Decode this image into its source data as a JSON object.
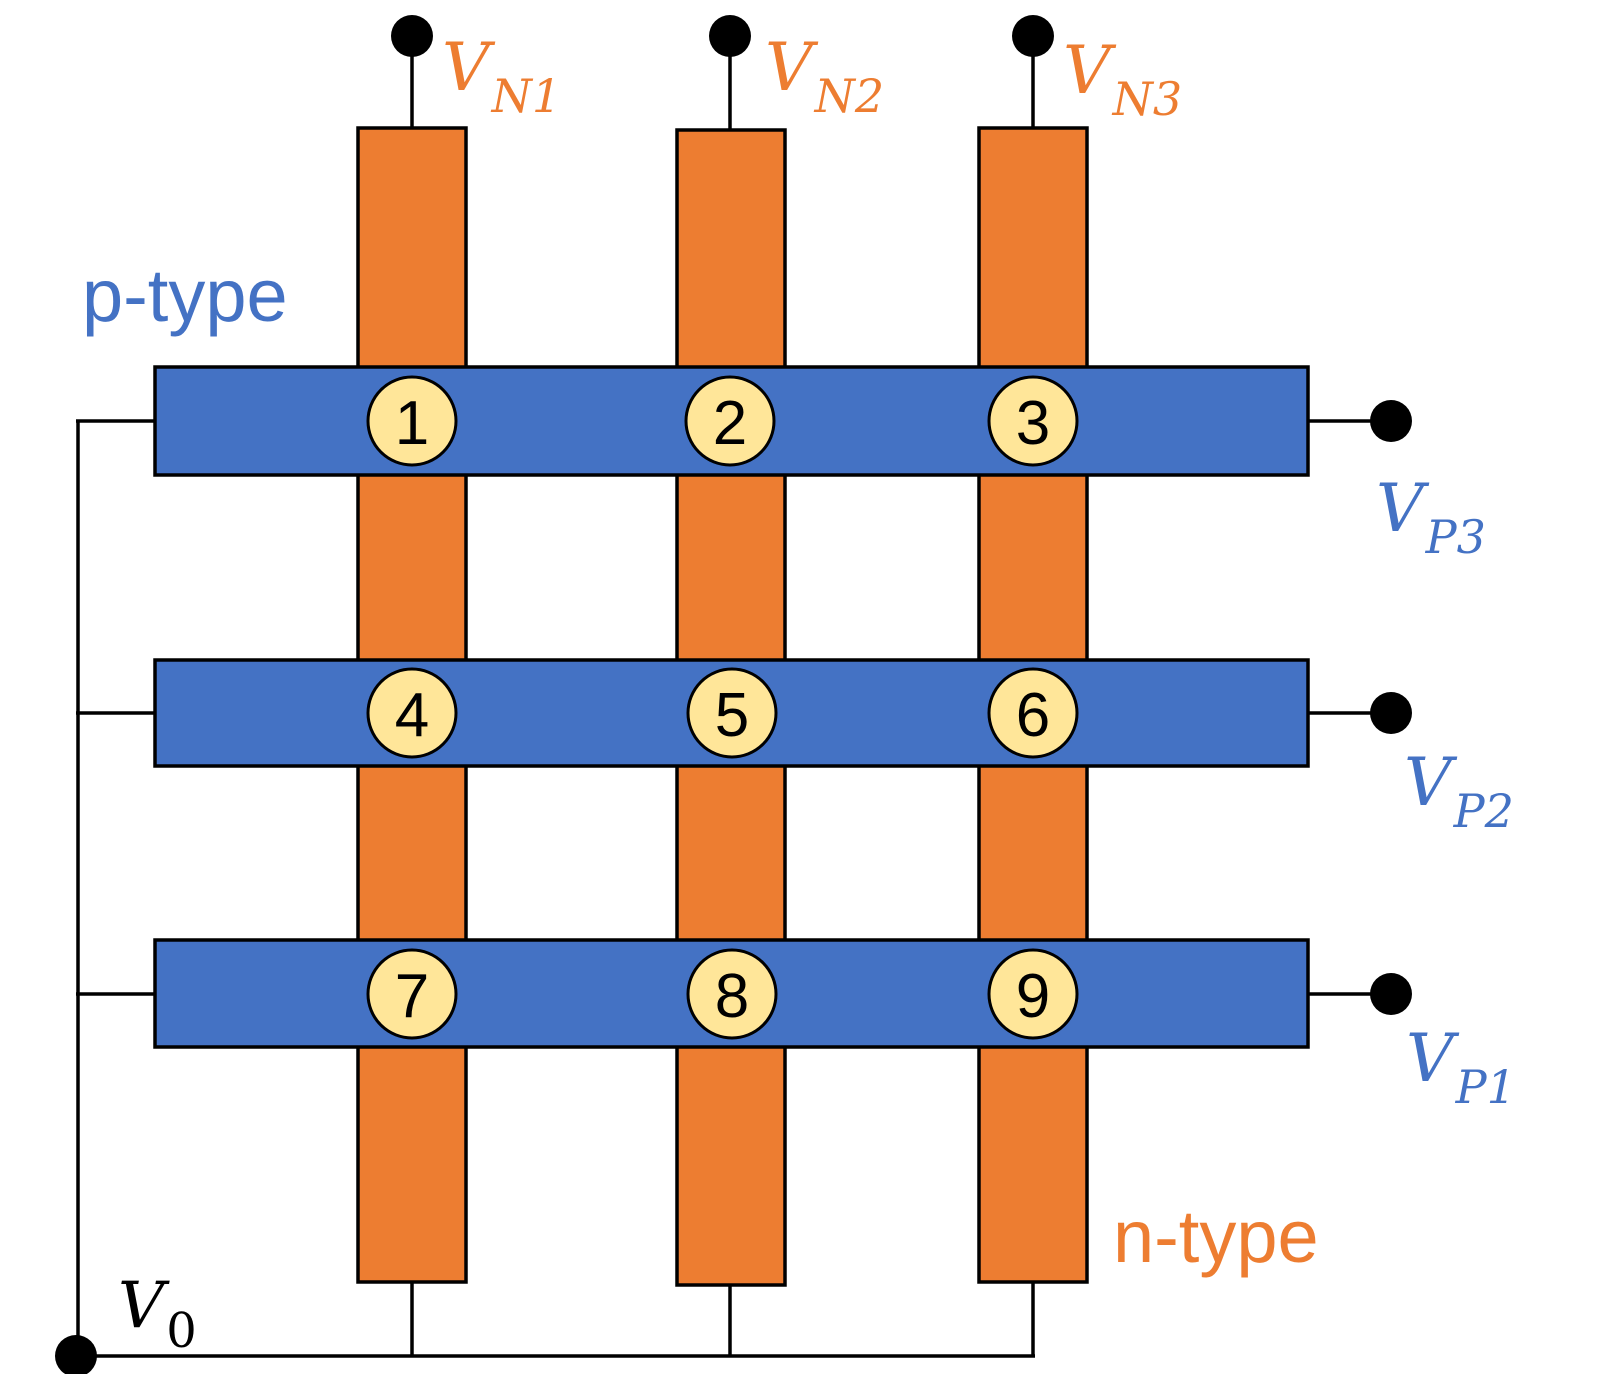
{
  "colors": {
    "n_strip": "#ED7D31",
    "p_strip": "#4472C4",
    "cell_fill": "#FFE699",
    "wire": "#000000",
    "n_label": "#ED7D31",
    "p_label": "#4472C4",
    "v0_label": "#000000"
  },
  "labels": {
    "p_type": "p-type",
    "n_type": "n-type",
    "v0": {
      "base": "V",
      "sub": "0"
    }
  },
  "n_terminals": [
    {
      "base": "V",
      "sub": "N1"
    },
    {
      "base": "V",
      "sub": "N2"
    },
    {
      "base": "V",
      "sub": "N3"
    }
  ],
  "p_terminals": [
    {
      "base": "V",
      "sub": "P3"
    },
    {
      "base": "V",
      "sub": "P2"
    },
    {
      "base": "V",
      "sub": "P1"
    }
  ],
  "cells": [
    "1",
    "2",
    "3",
    "4",
    "5",
    "6",
    "7",
    "8",
    "9"
  ]
}
